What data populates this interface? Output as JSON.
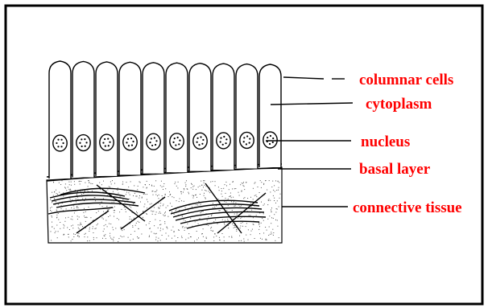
{
  "diagram": {
    "labels": [
      {
        "key": "columnar_cells",
        "text": "columnar cells"
      },
      {
        "key": "cytoplasm",
        "text": "cytoplasm"
      },
      {
        "key": "nucleus",
        "text": "nucleus"
      },
      {
        "key": "basal_layer",
        "text": "basal layer"
      },
      {
        "key": "connective_tissue",
        "text": "connective tissue"
      }
    ],
    "colors": {
      "label": "#ff0000",
      "line": "#000000",
      "background": "#ffffff"
    }
  }
}
